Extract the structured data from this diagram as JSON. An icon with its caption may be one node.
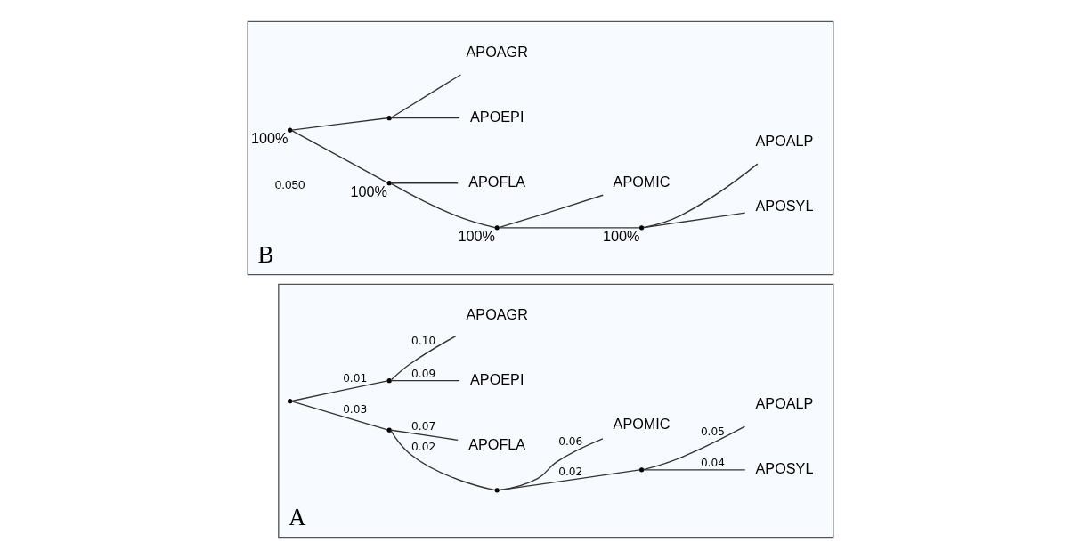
{
  "diagram": {
    "nodes": [
      {
        "text": [
          "A"
        ]
      },
      {
        "text": [],
        "shape": "point",
        "in": 0
      },
      {
        "text": [],
        "shape": "point",
        "in": 0
      },
      {
        "text": [],
        "shape": "point",
        "in": 0
      },
      {
        "text": [],
        "shape": "point",
        "in": 0
      },
      {
        "text": [
          "APOSYL"
        ],
        "in": 0
      },
      {
        "text": [
          "APOALP"
        ],
        "in": 0
      },
      {
        "text": [
          "APOMIC"
        ],
        "in": 0
      },
      {
        "text": [
          "APOFLA"
        ],
        "in": 0
      },
      {
        "text": [],
        "shape": "point",
        "in": 0
      },
      {
        "text": [
          "APOEPI"
        ],
        "in": 0
      },
      {
        "text": [
          "APOAGR"
        ],
        "in": 0
      },
      {
        "text": [
          "B"
        ]
      },
      {
        "text": [],
        "shape": "point",
        "in": 12,
        "beside": [
          "100%"
        ]
      },
      {
        "text": [],
        "shape": "point",
        "in": 12,
        "beside": [
          "100%"
        ]
      },
      {
        "text": [],
        "shape": "point",
        "in": 12,
        "beside": [
          "100%"
        ]
      },
      {
        "text": [],
        "shape": "point",
        "in": 12,
        "beside": [
          "100%"
        ]
      },
      {
        "text": [
          "APOSYL"
        ],
        "in": 12
      },
      {
        "text": [
          "APOALP"
        ],
        "in": 12
      },
      {
        "text": [
          "APOMIC"
        ],
        "in": 12
      },
      {
        "text": [
          "APOFLA"
        ],
        "in": 12
      },
      {
        "text": [],
        "shape": "point",
        "in": 12
      },
      {
        "text": [
          "APOEPI"
        ],
        "in": 12
      },
      {
        "text": [
          "APOAGR"
        ],
        "in": 12
      }
    ],
    "edges": [
      {
        "from": 1,
        "to": 2,
        "arrow": "none",
        "label": "0.03"
      },
      {
        "from": 2,
        "to": 3,
        "arrow": "none",
        "label": "0.02"
      },
      {
        "from": 3,
        "to": 4,
        "arrow": "none",
        "label": "0.02"
      },
      {
        "from": 4,
        "to": 5,
        "arrow": "none",
        "label": "0.04"
      },
      {
        "from": 4,
        "to": 6,
        "arrow": "none",
        "label": "0.05"
      },
      {
        "from": 3,
        "to": 7,
        "arrow": "none",
        "label": "0.06"
      },
      {
        "from": 2,
        "to": 8,
        "arrow": "none",
        "label": "0.07"
      },
      {
        "from": 1,
        "to": 9,
        "arrow": "none",
        "label": "0.01"
      },
      {
        "from": 9,
        "to": 10,
        "arrow": "none",
        "label": "0.09"
      },
      {
        "from": 9,
        "to": 11,
        "arrow": "none",
        "label": "0.10"
      },
      {
        "from": 13,
        "to": 14,
        "arrow": "none"
      },
      {
        "from": 14,
        "to": 15,
        "arrow": "none"
      },
      {
        "from": 15,
        "to": 16,
        "arrow": "none"
      },
      {
        "from": 16,
        "to": 17,
        "arrow": "none"
      },
      {
        "from": 16,
        "to": 18,
        "arrow": "none"
      },
      {
        "from": 15,
        "to": 19,
        "arrow": "none"
      },
      {
        "from": 14,
        "to": 20,
        "arrow": "none"
      },
      {
        "from": 13,
        "to": 21,
        "arrow": "none"
      },
      {
        "from": 21,
        "to": 22,
        "arrow": "none"
      },
      {
        "from": 21,
        "to": 23,
        "arrow": "none"
      }
    ],
    "labels": [
      "0.050"
    ]
  }
}
